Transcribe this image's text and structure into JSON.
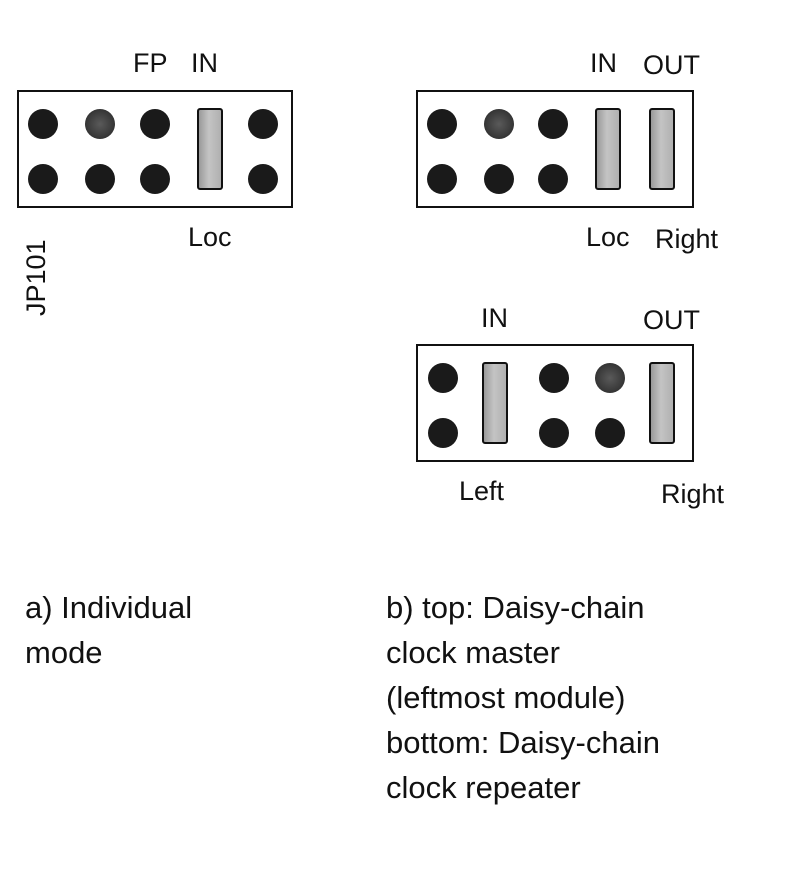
{
  "panel_a": {
    "label_fp": "FP",
    "label_in": "IN",
    "label_loc": "Loc",
    "label_jp": "JP101",
    "caption_line1": "a) Individual",
    "caption_line2": "mode"
  },
  "panel_b_top": {
    "label_in": "IN",
    "label_out": "OUT",
    "label_loc": "Loc",
    "label_right": "Right"
  },
  "panel_b_bottom": {
    "label_in": "IN",
    "label_out": "OUT",
    "label_left": "Left",
    "label_right": "Right"
  },
  "caption_b": {
    "line1": "b) top: Daisy-chain",
    "line2": "clock master",
    "line3": "(leftmost module)",
    "line4": "bottom: Daisy-chain",
    "line5": "clock repeater"
  }
}
